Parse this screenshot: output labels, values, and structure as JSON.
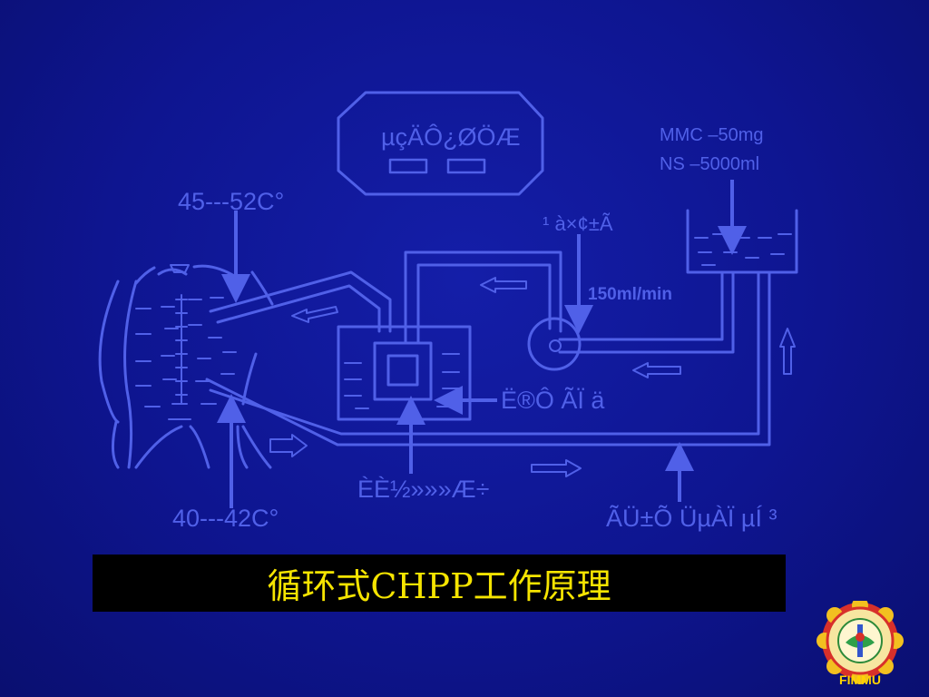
{
  "slide": {
    "title": "循环式CHPP工作原理",
    "logo_text": "FIMMU",
    "colors": {
      "background": "#0e1590",
      "line": "#5060e8",
      "title_text": "#f5e400",
      "title_bg": "#000000"
    }
  },
  "diagram": {
    "controller_label": "µçÄÔ¿ØÖÆ",
    "temp_in": "45---52C°",
    "temp_out": "40---42C°",
    "drug_line1": "MMC  –50mg",
    "drug_line2": "NS  –5000ml",
    "pump_label": "¹ à×¢±Ã",
    "flow_rate": "150ml/min",
    "exchanger_label": "Ë®Ô ÃÏ ä",
    "heater_label": "ÈÈ½»»»Æ÷",
    "filter_label": "ÃÜ±Õ ÜµÀÏ µÍ ³"
  }
}
